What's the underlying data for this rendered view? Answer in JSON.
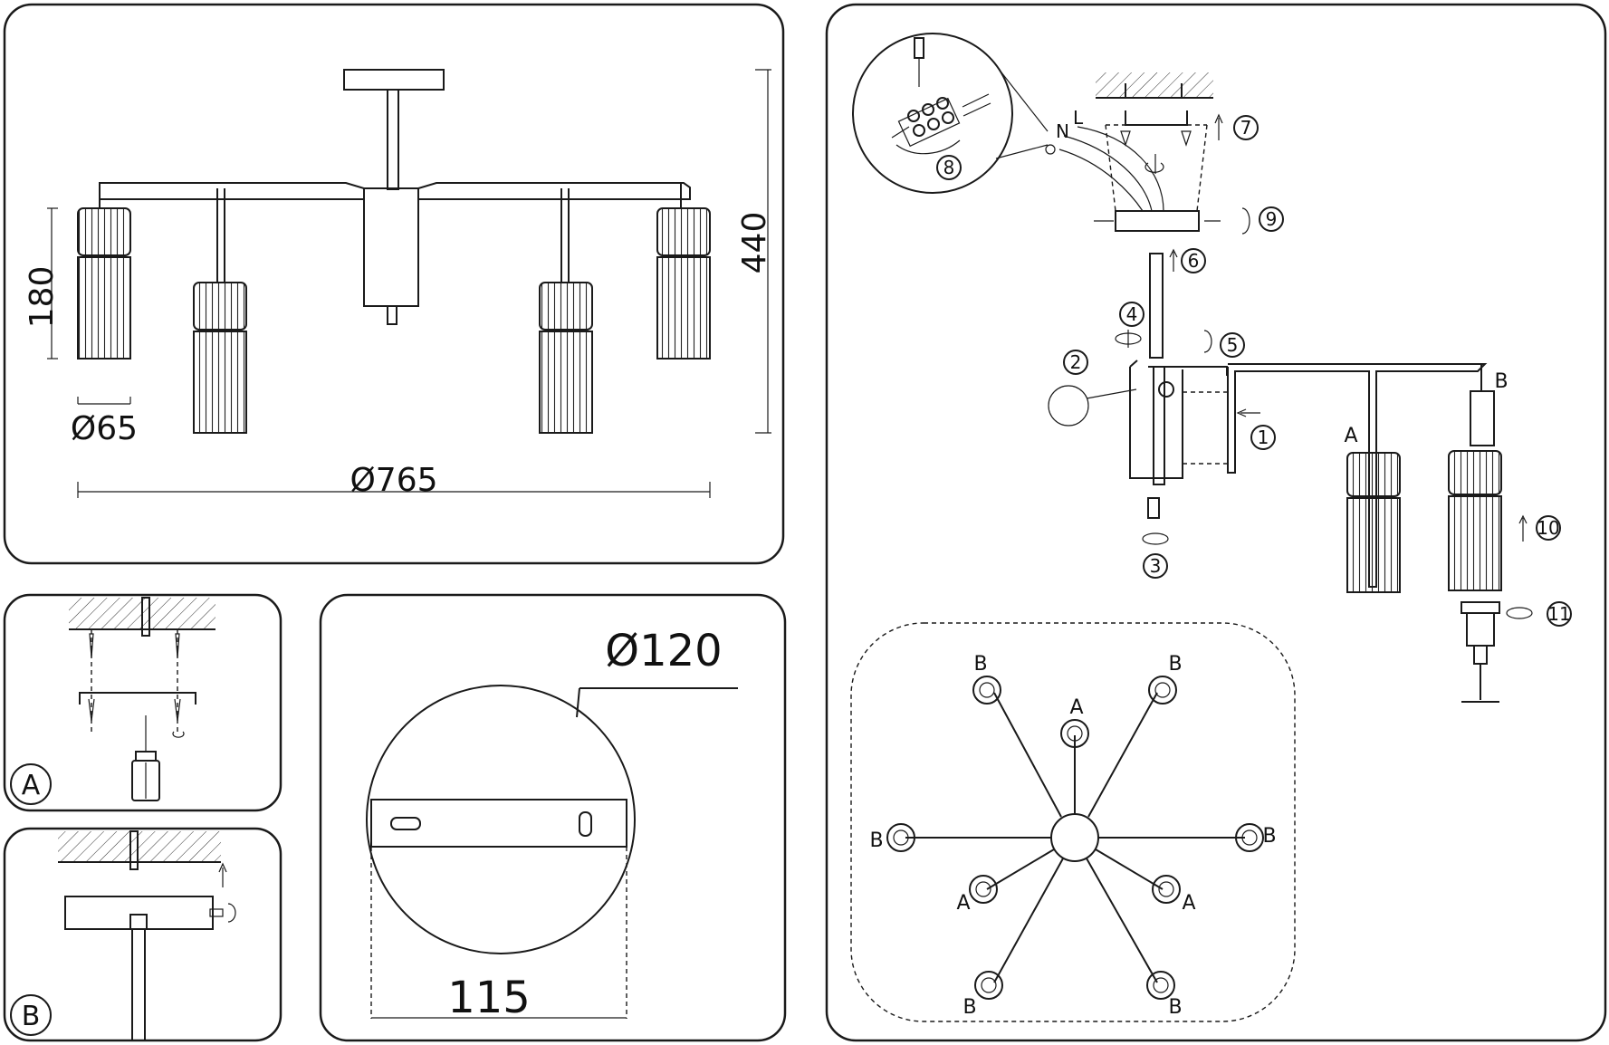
{
  "dimensions": {
    "height_180": "180",
    "diameter_65": "Ø65",
    "diameter_765": "Ø765",
    "height_440": "440",
    "canopy_diameter": "Ø120",
    "bracket_width": "115"
  },
  "panel_labels": {
    "a": "A",
    "b": "B"
  },
  "wiring": {
    "n": "N",
    "l": "L"
  },
  "steps": [
    "1",
    "2",
    "3",
    "4",
    "5",
    "6",
    "7",
    "8",
    "9",
    "10",
    "11"
  ],
  "shade_labels": {
    "a": "A",
    "b": "B"
  },
  "top_view_labels": {
    "b_top_left": "B",
    "b_top_right": "B",
    "a_top": "A",
    "b_left": "B",
    "b_right": "B",
    "a_left": "A",
    "a_right": "A",
    "b_bottom_left": "B",
    "b_bottom_right": "B"
  }
}
